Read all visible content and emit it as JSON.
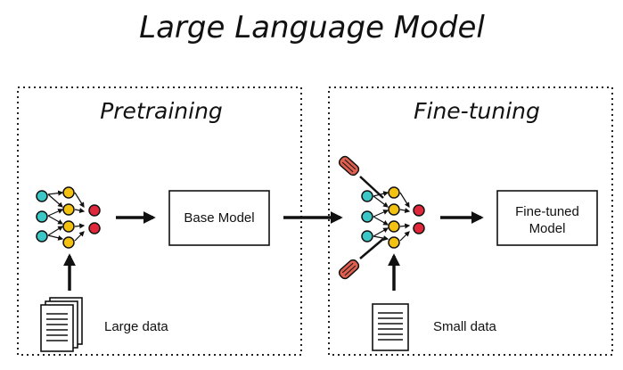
{
  "title": "Large Language Model",
  "colors": {
    "teal": "#3cc7c7",
    "yellow": "#f3c211",
    "red": "#e0283a",
    "tool_red": "#e06050",
    "ink": "#111111"
  },
  "panels": {
    "pretraining": {
      "title": "Pretraining",
      "model_box": "Base Model",
      "data_label": "Large data"
    },
    "finetuning": {
      "title": "Fine-tuning",
      "model_box_line1": "Fine-tuned",
      "model_box_line2": "Model",
      "data_label": "Small data"
    }
  },
  "icons": [
    "neural-network-icon",
    "document-stack-icon",
    "document-icon",
    "screwdriver-icon"
  ]
}
